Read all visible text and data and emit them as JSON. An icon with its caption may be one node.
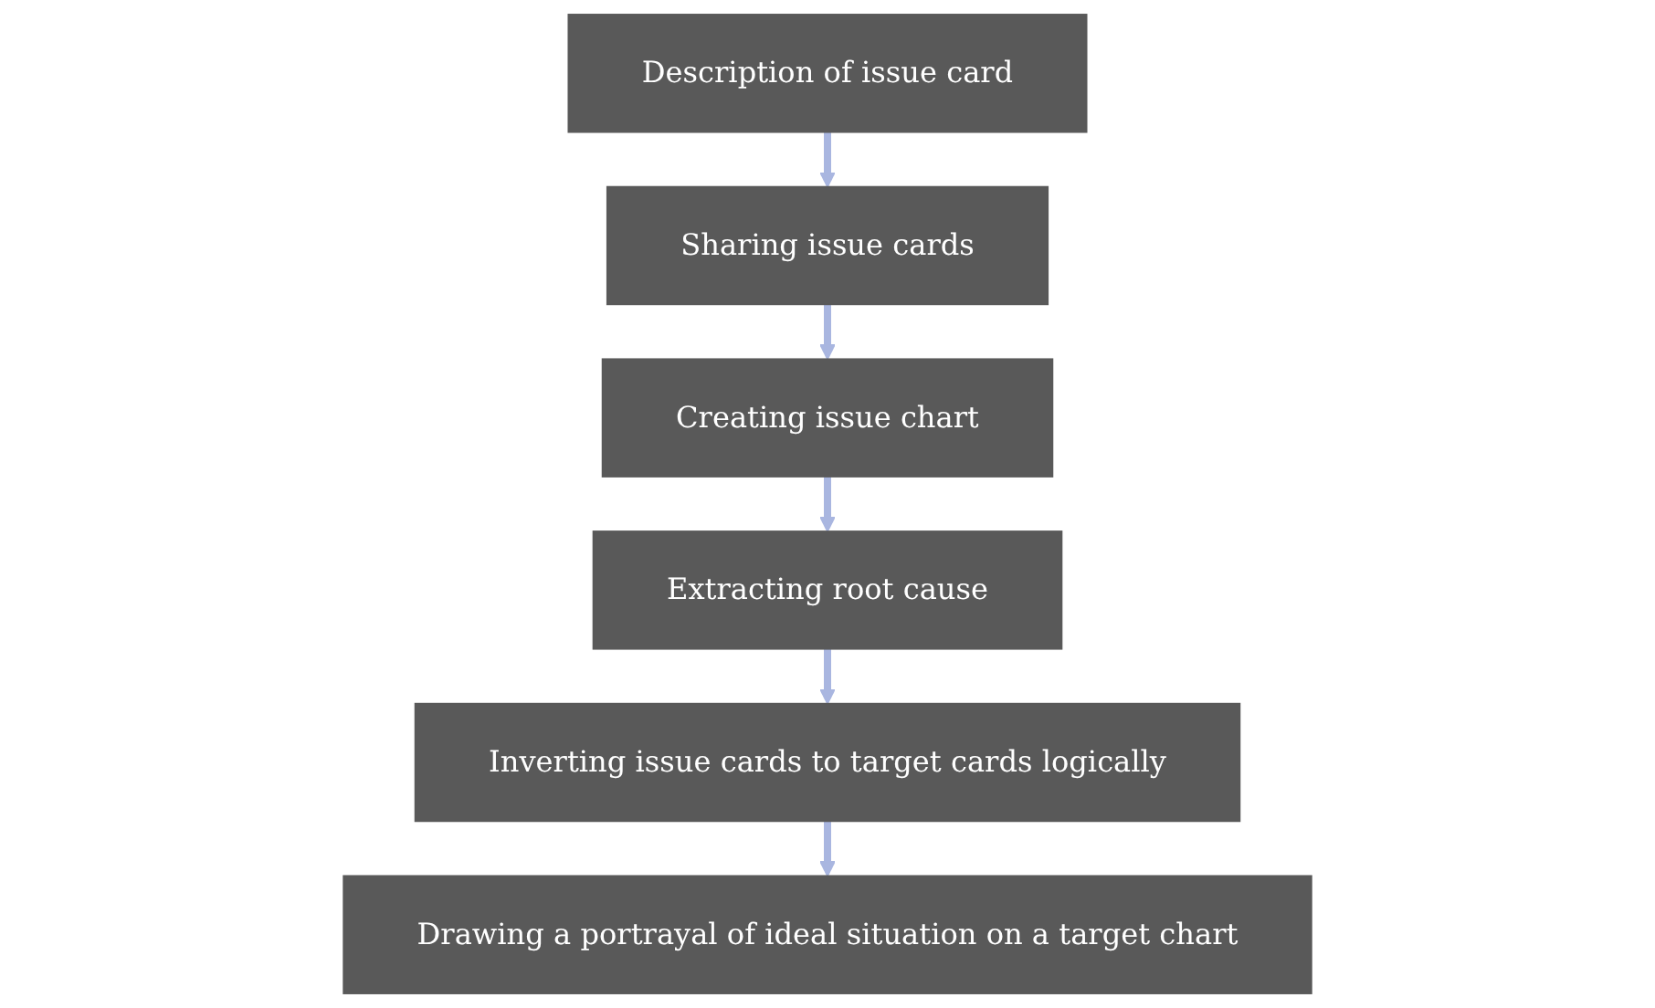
{
  "diagram": {
    "nodes": [
      {
        "text": [
          "Description of issue card"
        ]
      },
      {
        "text": [
          "Sharing issue cards"
        ]
      },
      {
        "text": [
          "Creating issue chart"
        ]
      },
      {
        "text": [
          "Extracting root cause"
        ]
      },
      {
        "text": [
          "Inverting issue cards to target cards logically"
        ]
      },
      {
        "text": [
          "Drawing a portrayal of ideal situation on a target chart"
        ]
      }
    ],
    "edges": [
      {
        "from": 0,
        "to": 1,
        "arrow": "to"
      },
      {
        "from": 1,
        "to": 2,
        "arrow": "to"
      },
      {
        "from": 2,
        "to": 3,
        "arrow": "to"
      },
      {
        "from": 3,
        "to": 4,
        "arrow": "to"
      },
      {
        "from": 4,
        "to": 5,
        "arrow": "to"
      }
    ]
  }
}
